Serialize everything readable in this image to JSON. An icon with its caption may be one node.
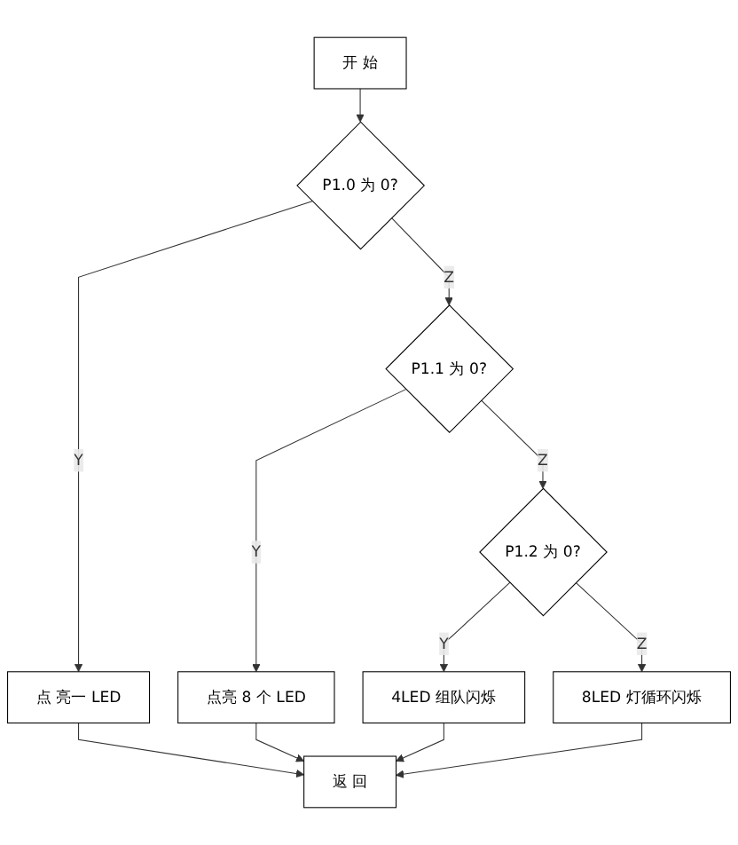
{
  "diagram": {
    "nodes": [
      {
        "text": [
          "开 始"
        ]
      },
      {
        "text": [
          "P1.0 为 0?"
        ]
      },
      {
        "text": [
          "点 亮一 LED"
        ]
      },
      {
        "text": [
          "P1.1 为 0?"
        ]
      },
      {
        "text": [
          "点亮 8 个 LED"
        ]
      },
      {
        "text": [
          "P1.2 为 0?"
        ]
      },
      {
        "text": [
          "4LED 组队闪烁"
        ]
      },
      {
        "text": [
          "8LED 灯循环闪烁"
        ]
      },
      {
        "text": [
          "返 回"
        ]
      }
    ],
    "edges": [
      {
        "from": 0,
        "to": 1,
        "arrow": "to"
      },
      {
        "from": 1,
        "to": 2,
        "arrow": "to",
        "label": "Y"
      },
      {
        "from": 1,
        "to": 3,
        "arrow": "to",
        "label": "Z"
      },
      {
        "from": 3,
        "to": 4,
        "arrow": "to",
        "label": "Y"
      },
      {
        "from": 3,
        "to": 5,
        "arrow": "to",
        "label": "Z"
      },
      {
        "from": 5,
        "to": 6,
        "arrow": "to",
        "label": "Y"
      },
      {
        "from": 5,
        "to": 7,
        "arrow": "to",
        "label": "Z"
      },
      {
        "from": 7,
        "to": 8,
        "arrow": "to"
      },
      {
        "from": 2,
        "to": 8,
        "arrow": "to"
      },
      {
        "from": 4,
        "to": 8,
        "arrow": "to"
      },
      {
        "from": 6,
        "to": 8,
        "arrow": "to"
      }
    ]
  }
}
